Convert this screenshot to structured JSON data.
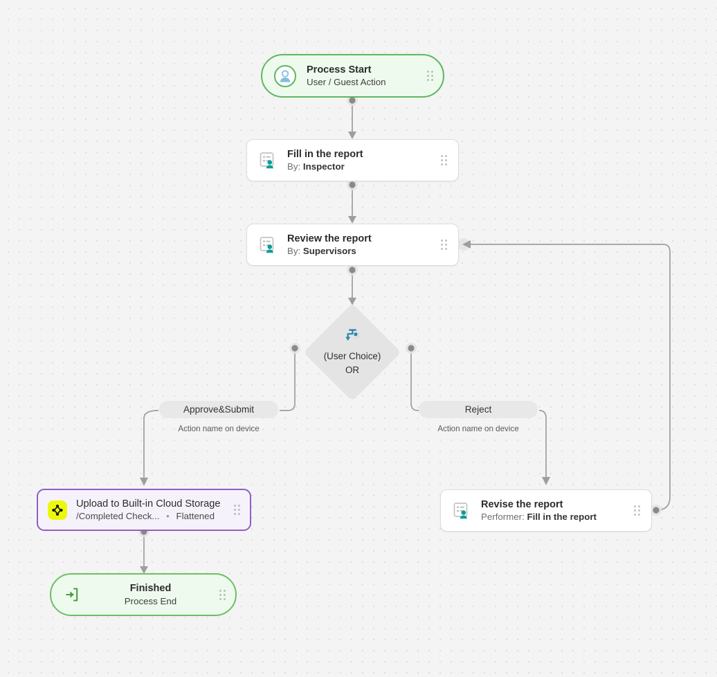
{
  "canvas": {
    "background_color": "#f4f4f4",
    "dot_color": "#dededd",
    "edge_color": "#9e9e9e"
  },
  "nodes": {
    "process_start": {
      "title": "Process Start",
      "subtitle": "User / Guest Action",
      "icon": "user-circle-icon",
      "accent_color": "#5cb85c",
      "fill_color": "#eefaee"
    },
    "fill_report": {
      "title": "Fill in the report",
      "subtitle_prefix": "By:",
      "subtitle_value": "Inspector",
      "icon": "task-person-icon",
      "accent_color": "#0f9b9b"
    },
    "review_report": {
      "title": "Review the report",
      "subtitle_prefix": "By:",
      "subtitle_value": "Supervisors",
      "icon": "task-person-icon",
      "accent_color": "#0f9b9b"
    },
    "decision": {
      "line1": "(User Choice)",
      "line2": "OR",
      "icon": "branch-split-icon",
      "icon_color": "#2b86a8",
      "fill_color": "#e4e4e4"
    },
    "upload_cloud": {
      "title": "Upload to Built-in Cloud Storage",
      "path": "/Completed Check...",
      "separator": "•",
      "mode": "Flattened",
      "icon": "cloud-storage-diamond-icon",
      "accent_color": "#8e5fc4",
      "badge_color": "#ecf70e",
      "fill_color": "#f6f2fb"
    },
    "revise_report": {
      "title": "Revise the report",
      "subtitle_prefix": "Performer:",
      "subtitle_value": "Fill in the report",
      "icon": "task-person-icon",
      "accent_color": "#0f9b9b"
    },
    "finished": {
      "title": "Finished",
      "subtitle": "Process End",
      "icon": "exit-arrow-icon",
      "accent_color": "#6cbf63",
      "fill_color": "#eefaee"
    }
  },
  "branches": {
    "left": {
      "label": "Approve&Submit",
      "caption": "Action name on device"
    },
    "right": {
      "label": "Reject",
      "caption": "Action name on device"
    }
  },
  "drag_handle": {
    "name": "drag-handle",
    "dots": 6
  }
}
